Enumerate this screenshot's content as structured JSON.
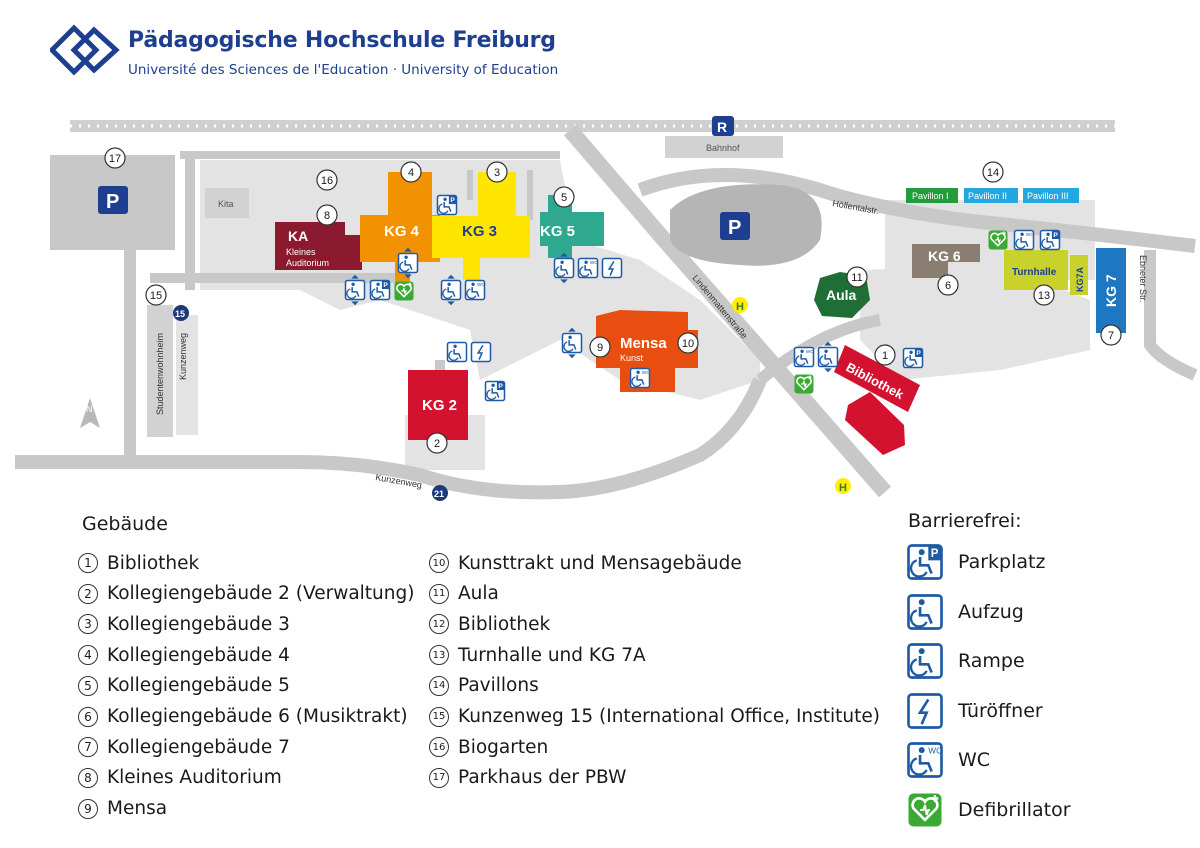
{
  "header": {
    "title": "Pädagogische Hochschule Freiburg",
    "subtitle": "Université des Sciences de l'Education · University of Education"
  },
  "map": {
    "buildings": {
      "ka": "KA",
      "ka_sub1": "Kleines",
      "ka_sub2": "Auditorium",
      "kg4": "KG 4",
      "kg3": "KG 3",
      "kg5": "KG 5",
      "kg2": "KG 2",
      "mensa": "Mensa",
      "mensa_sub": "Kunst",
      "aula": "Aula",
      "bibliothek": "Bibliothek",
      "kg6": "KG 6",
      "turnhalle": "Turnhalle",
      "kg7a": "KG7A",
      "kg7": "KG 7",
      "kita": "Kita",
      "bahnhof": "Bahnhof",
      "pavillon1": "Pavillon I",
      "pavillon2": "Pavillon II",
      "pavillon3": "Pavillon III"
    },
    "streets": {
      "kunzenweg": "Kunzenweg",
      "kunzenweg_vertical": "Kunzenweg",
      "studentenwohnheim": "Studentenwohnheim",
      "lindenmattenstrasse": "Lindenmattenstraße",
      "hoellentalstr": "Höllentalstr.",
      "ebneter": "Ebneter Str."
    },
    "markers": {
      "parking": "P",
      "rail": "R",
      "bus_stop": "H",
      "bus_15": "15",
      "bus_21": "21"
    },
    "numbers": {
      "n1": "1",
      "n2": "2",
      "n3": "3",
      "n4": "4",
      "n5": "5",
      "n6": "6",
      "n7": "7",
      "n8": "8",
      "n9": "9",
      "n10": "10",
      "n11": "11",
      "n13": "13",
      "n14": "14",
      "n15": "15",
      "n16": "16",
      "n17": "17"
    },
    "icon_text": {
      "wc": "WC"
    }
  },
  "legend": {
    "title": "Gebäude",
    "items": [
      {
        "num": "1",
        "label": "Bibliothek"
      },
      {
        "num": "2",
        "label": "Kollegiengebäude 2 (Verwaltung)"
      },
      {
        "num": "3",
        "label": "Kollegiengebäude 3"
      },
      {
        "num": "4",
        "label": "Kollegiengebäude 4"
      },
      {
        "num": "5",
        "label": "Kollegiengebäude 5"
      },
      {
        "num": "6",
        "label": "Kollegiengebäude 6 (Musiktrakt)"
      },
      {
        "num": "7",
        "label": "Kollegiengebäude 7"
      },
      {
        "num": "8",
        "label": "Kleines Auditorium"
      },
      {
        "num": "9",
        "label": "Mensa"
      },
      {
        "num": "10",
        "label": "Kunsttrakt und Mensagebäude"
      },
      {
        "num": "11",
        "label": "Aula"
      },
      {
        "num": "12",
        "label": "Bibliothek"
      },
      {
        "num": "13",
        "label": "Turnhalle und KG 7A"
      },
      {
        "num": "14",
        "label": "Pavillons"
      },
      {
        "num": "15",
        "label": "Kunzenweg 15 (International Office, Institute)"
      },
      {
        "num": "16",
        "label": "Biogarten"
      },
      {
        "num": "17",
        "label": "Parkhaus der PBW"
      }
    ]
  },
  "barrierefrei": {
    "title": "Barrierefrei:",
    "items": [
      {
        "icon": "accessible-parking-icon",
        "label": "Parkplatz"
      },
      {
        "icon": "elevator-icon",
        "label": "Aufzug"
      },
      {
        "icon": "ramp-icon",
        "label": "Rampe"
      },
      {
        "icon": "door-opener-icon",
        "label": "Türöffner"
      },
      {
        "icon": "accessible-wc-icon",
        "label": "WC"
      },
      {
        "icon": "defibrillator-icon",
        "label": "Defibrillator"
      }
    ]
  },
  "colors": {
    "brand_blue": "#1e3f8f",
    "icon_blue": "#1f5aa6",
    "road": "#c8c8c8",
    "area": "#e3e3e3",
    "ka": "#8b1a2e",
    "kg4": "#f39200",
    "kg3": "#ffe600",
    "kg5": "#2ea88f",
    "kg2": "#d2122e",
    "mensa": "#e84e0f",
    "aula": "#1e6e35",
    "bibliothek": "#d2122e",
    "kg6": "#8a7e73",
    "turnhalle": "#c9d22b",
    "kg7": "#1d78c1",
    "pavillon1": "#239b3a",
    "pavillon23": "#23a7e0",
    "defib": "#3aaa35",
    "bus_stop": "#ffee00",
    "bus_badge": "#1b3a7a"
  }
}
